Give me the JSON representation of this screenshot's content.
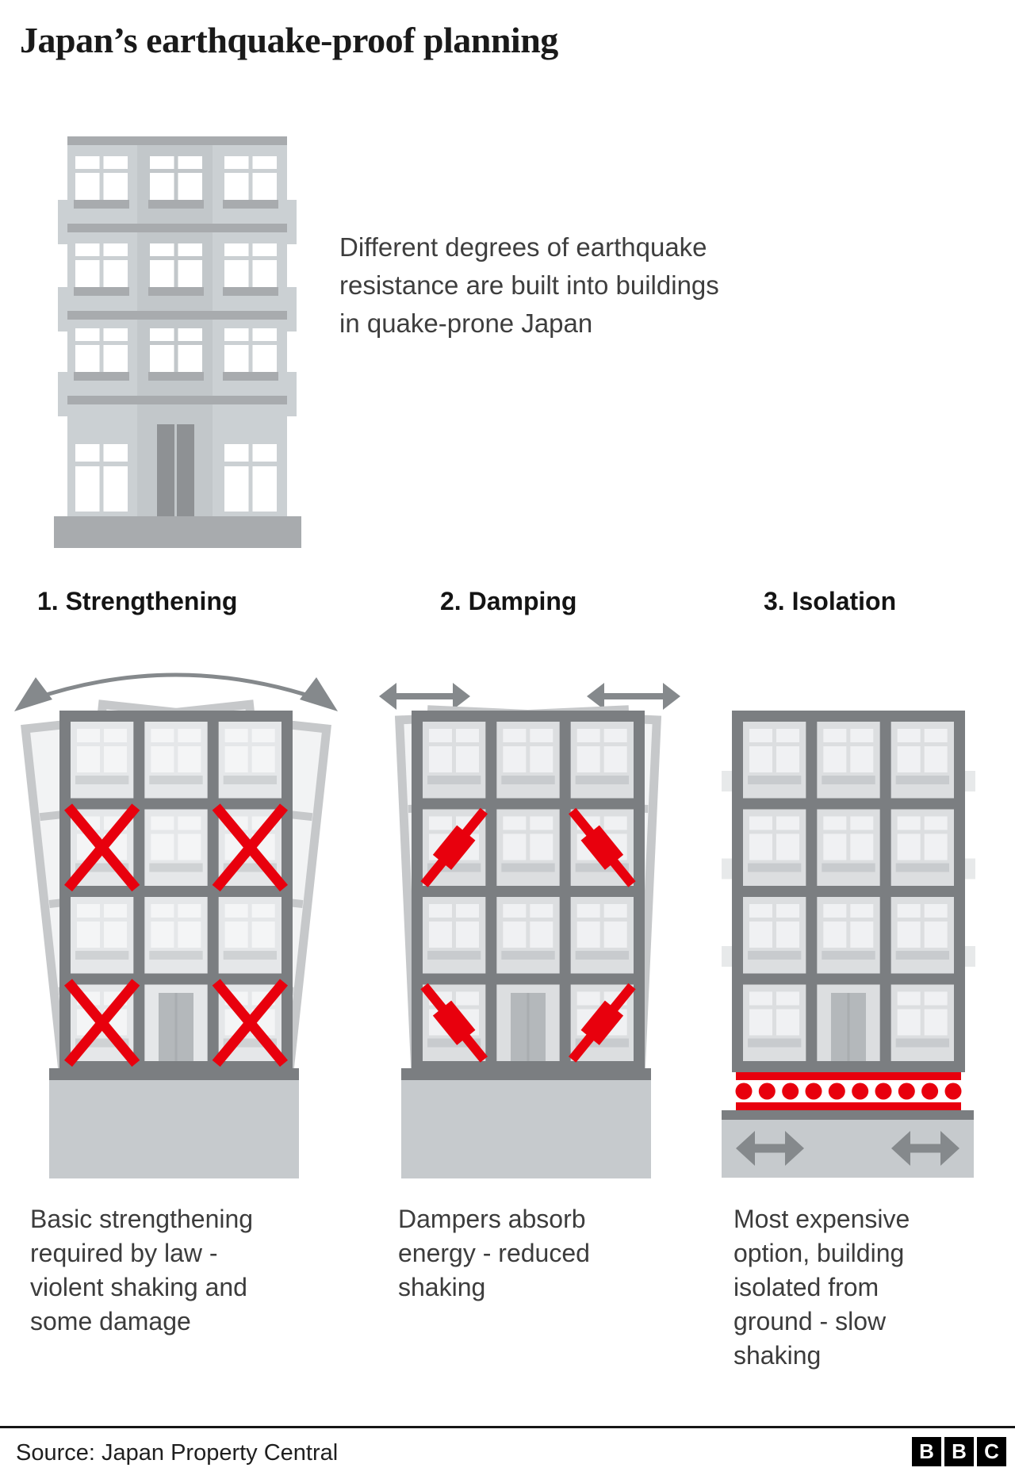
{
  "title": "Japan’s earthquake-proof planning",
  "intro": "Different degrees of earthquake\nresistance are built into buildings\nin quake-prone Japan",
  "sections": [
    {
      "label": "1. Strengthening",
      "caption": "Basic strengthening\nrequired by law -\nviolent shaking and\nsome damage"
    },
    {
      "label": "2. Damping",
      "caption": "Dampers absorb\nenergy -  reduced\nshaking"
    },
    {
      "label": "3. Isolation",
      "caption": "Most expensive\noption, building\nisolated from\nground - slow\nshaking"
    }
  ],
  "footer": {
    "source": "Source: Japan Property Central",
    "logo_letters": [
      "B",
      "B",
      "C"
    ]
  },
  "colors": {
    "red": "#e8000d",
    "frame": "#7b7e81",
    "arrow": "#85898c",
    "cell_light": "#e5e7e9",
    "pane_light": "#f4f5f6",
    "sill_light": "#cfd2d4",
    "cell_mid": "#dcdee0",
    "pane_mid": "#f0f1f3",
    "sill_mid": "#c8cbce",
    "ghost_fill": "#f2f3f4",
    "ghost_stroke": "#c6c8ca",
    "base_light": "#c6cacd",
    "door": "#b4b8bb",
    "door_divider": "#a9adb0",
    "tab": "#e7e9ea",
    "tb_side": "#cbd0d3",
    "tb_mid": "#c2c7ca",
    "tb_band": "#a8abae",
    "tb_door": "#8e9194"
  }
}
